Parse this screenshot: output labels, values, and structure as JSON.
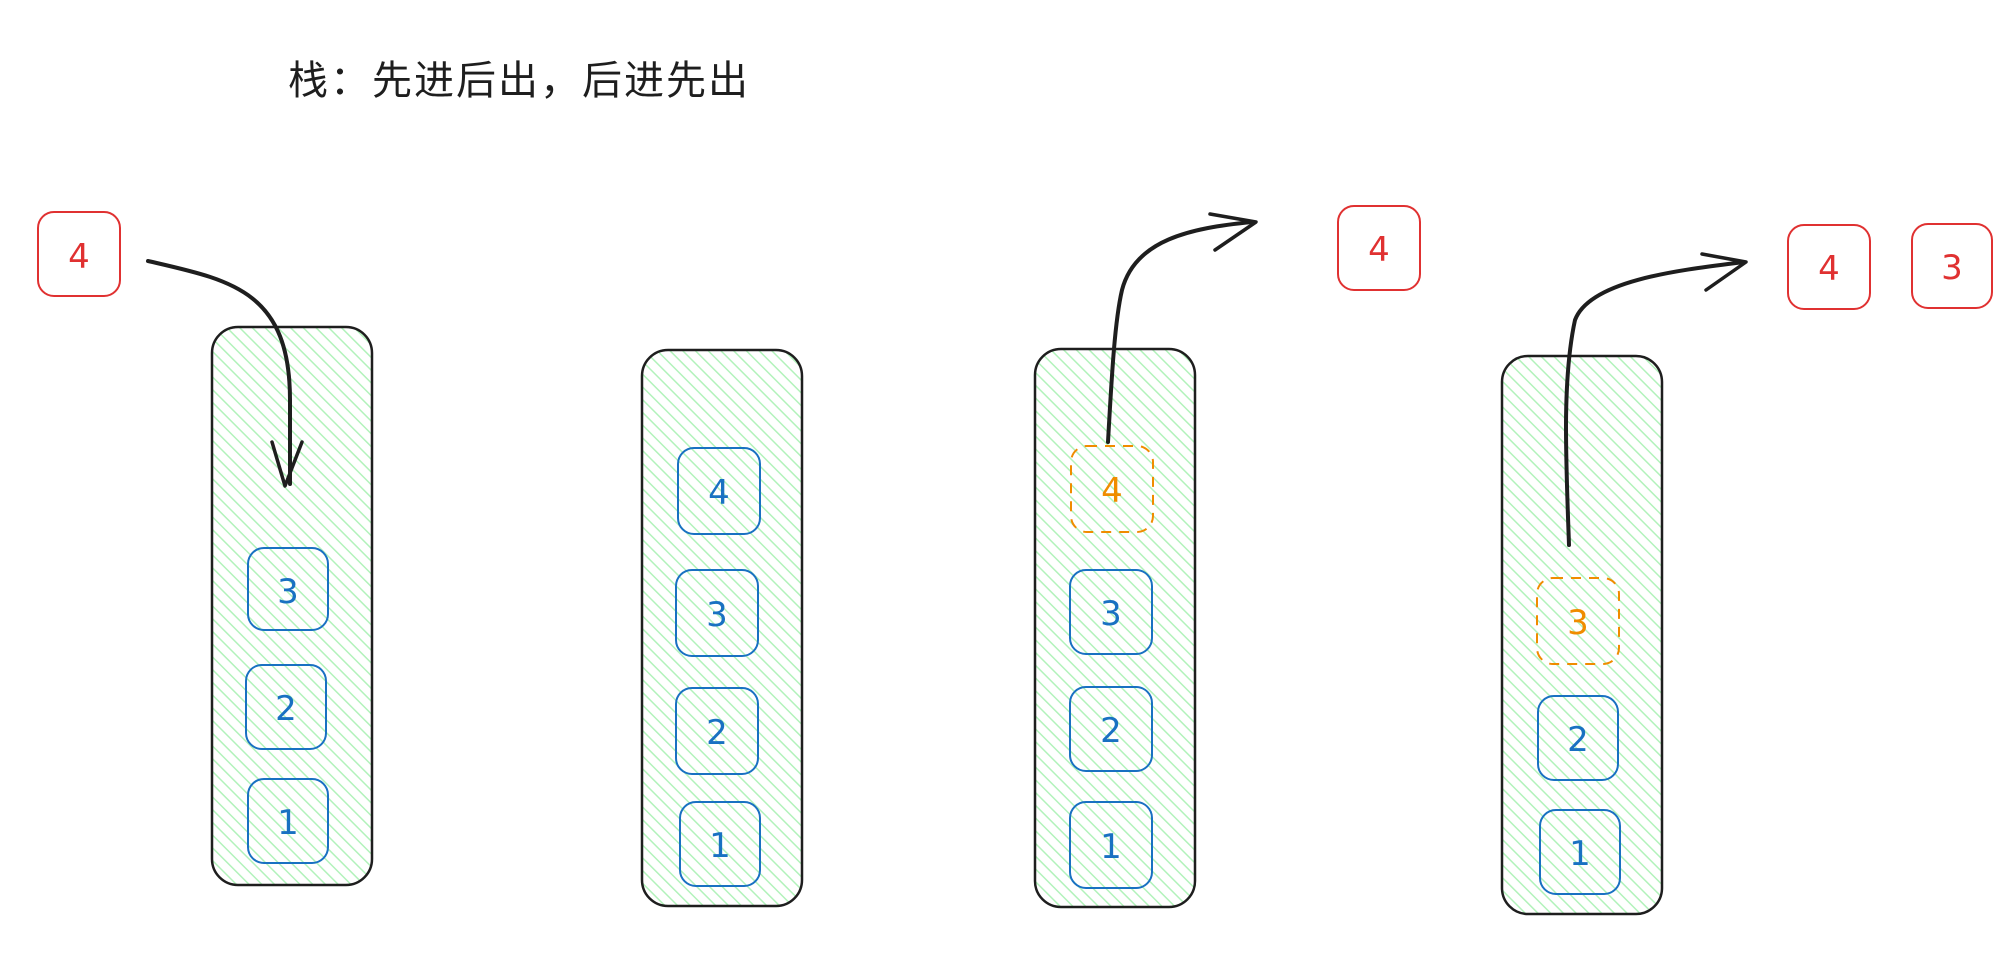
{
  "title": "栈：先进后出，后进先出",
  "colors": {
    "stack_fill": "#b2f2bb",
    "stack_stroke": "#1e1e1e",
    "item_stroke": "#1971c2",
    "outside_item_stroke": "#e03131",
    "highlight_stroke": "#f08c00",
    "arrow": "#1e1e1e"
  },
  "stacks": [
    {
      "id": "stack-1",
      "items": [
        "3",
        "2",
        "1"
      ],
      "incoming": "4",
      "outputs": []
    },
    {
      "id": "stack-2",
      "items": [
        "4",
        "3",
        "2",
        "1"
      ],
      "outputs": []
    },
    {
      "id": "stack-3",
      "popping": "4",
      "items": [
        "3",
        "2",
        "1"
      ],
      "outputs": [
        "4"
      ]
    },
    {
      "id": "stack-4",
      "popping": "3",
      "items": [
        "2",
        "1"
      ],
      "outputs": [
        "4",
        "3"
      ]
    }
  ]
}
